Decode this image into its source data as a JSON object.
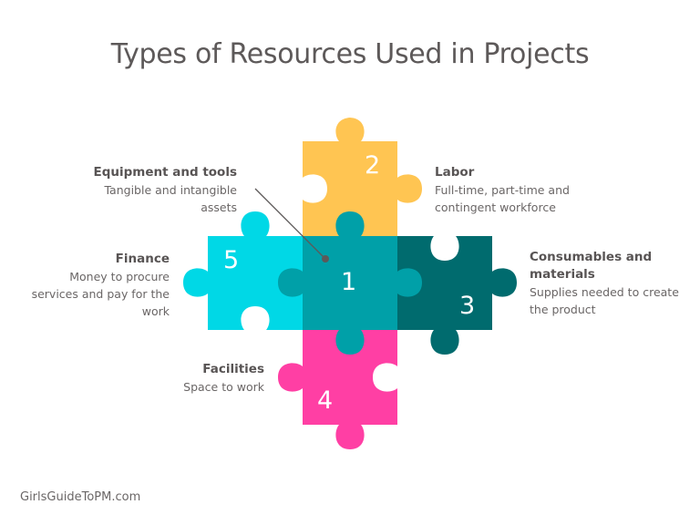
{
  "title": "Types of Resources Used in Projects",
  "pieces": [
    {
      "number": "1",
      "color": "#00A0A8",
      "position": "center"
    },
    {
      "number": "2",
      "color": "#FFC552",
      "position": "top"
    },
    {
      "number": "3",
      "color": "#006B6E",
      "position": "right"
    },
    {
      "number": "4",
      "color": "#FF3FA4",
      "position": "bottom"
    },
    {
      "number": "5",
      "color": "#00D8E6",
      "position": "left"
    }
  ],
  "labels": {
    "equipment": {
      "heading": "Equipment and tools",
      "line1": "Tangible and intangible",
      "line2": "assets"
    },
    "labor": {
      "heading": "Labor",
      "line1": "Full-time, part-time and",
      "line2": "contingent workforce"
    },
    "consumables": {
      "heading1": "Consumables and",
      "heading2": "materials",
      "line1": "Supplies needed to create",
      "line2": "the product"
    },
    "finance": {
      "heading": "Finance",
      "line1": "Money to procure",
      "line2": "services and pay for the",
      "line3": "work"
    },
    "facilities": {
      "heading": "Facilities",
      "line1": "Space to work"
    }
  },
  "footer": "GirlsGuideToPM.com"
}
